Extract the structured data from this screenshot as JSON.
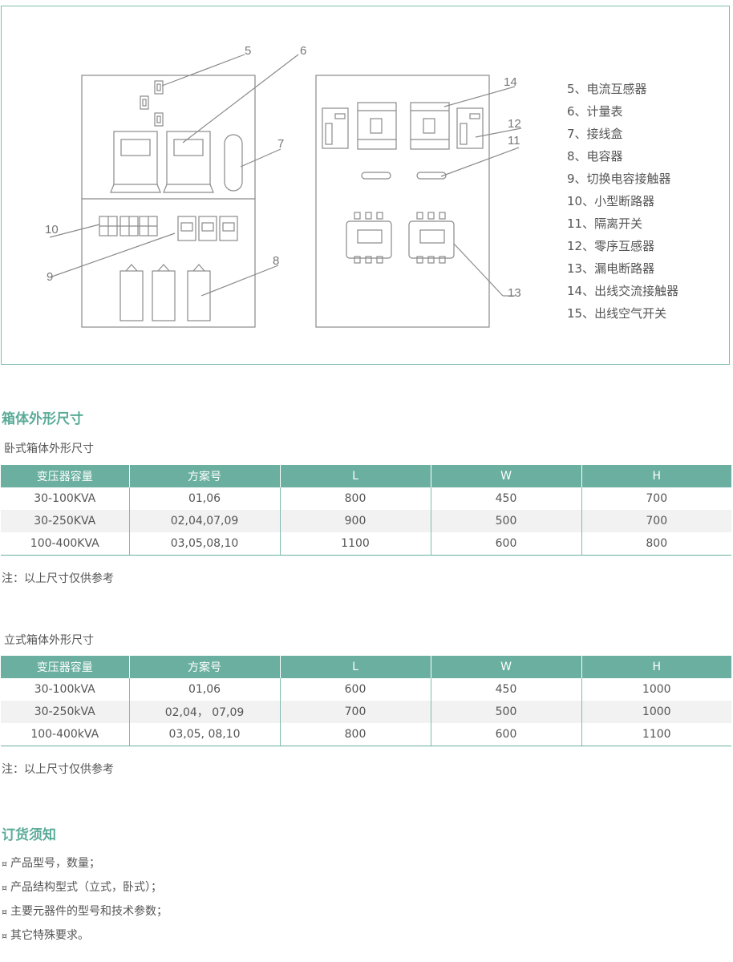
{
  "diagram": {
    "callouts": [
      "5",
      "6",
      "7",
      "8",
      "9",
      "10",
      "11",
      "12",
      "13",
      "14"
    ],
    "legend": [
      "5、电流互感器",
      "6、计量表",
      "7、接线盒",
      "8、电容器",
      "9、切换电容接触器",
      "10、小型断路器",
      "11、隔离开关",
      "12、零序互感器",
      "13、漏电断路器",
      "14、出线交流接触器",
      "15、出线空气开关"
    ]
  },
  "dimensions": {
    "title": "箱体外形尺寸",
    "horizontal": {
      "subtitle": "卧式箱体外形尺寸",
      "headers": [
        "变压器容量",
        "方案号",
        "L",
        "W",
        "H"
      ],
      "rows": [
        [
          "30-100KVA",
          "01,06",
          "800",
          "450",
          "700"
        ],
        [
          "30-250KVA",
          "02,04,07,09",
          "900",
          "500",
          "700"
        ],
        [
          "100-400KVA",
          "03,05,08,10",
          "1100",
          "600",
          "800"
        ]
      ],
      "note": "注：以上尺寸仅供参考"
    },
    "vertical": {
      "subtitle": "立式箱体外形尺寸",
      "headers": [
        "变压器容量",
        "方案号",
        "L",
        "W",
        "H"
      ],
      "rows": [
        [
          "30-100kVA",
          "01,06",
          "600",
          "450",
          "1000"
        ],
        [
          "30-250kVA",
          "02,04， 07,09",
          "700",
          "500",
          "1000"
        ],
        [
          "100-400kVA",
          "03,05, 08,10",
          "800",
          "600",
          "1100"
        ]
      ],
      "note": "注：以上尺寸仅供参考"
    }
  },
  "ordering": {
    "title": "订货须知",
    "bullet": "¤",
    "items": [
      "产品型号，数量；",
      "产品结构型式（立式，卧式）；",
      "主要元器件的型号和技术参数；",
      "其它特殊要求。"
    ]
  }
}
